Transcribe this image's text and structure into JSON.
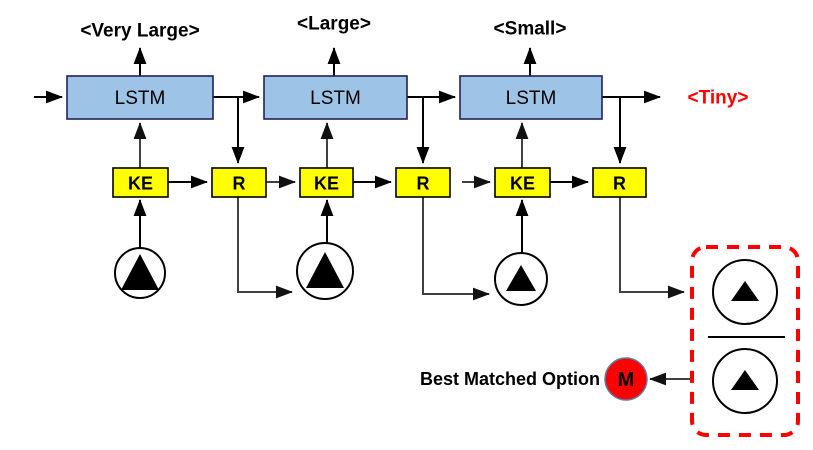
{
  "diagram": {
    "title": "LSTM knowledge-extraction and ranking pipeline",
    "colors": {
      "lstm_fill": "#9dc3e6",
      "lstm_stroke": "#20205f",
      "ke_fill": "#ffff00",
      "ke_stroke": "#000000",
      "accent_red": "#ff0000",
      "connector": "#404040",
      "canvas": "#ffffff"
    },
    "outputs": [
      {
        "id": "out1",
        "label": "<Very Large>",
        "color": "#000000"
      },
      {
        "id": "out2",
        "label": "<Large>",
        "color": "#000000"
      },
      {
        "id": "out3",
        "label": "<Small>",
        "color": "#000000"
      },
      {
        "id": "out4",
        "label": "<Tiny>",
        "color": "#ff0000"
      }
    ],
    "lstm_cells": [
      {
        "id": "lstm1",
        "label": "LSTM"
      },
      {
        "id": "lstm2",
        "label": "LSTM"
      },
      {
        "id": "lstm3",
        "label": "LSTM"
      }
    ],
    "ke_blocks": [
      {
        "id": "ke1",
        "label": "KE"
      },
      {
        "id": "ke2",
        "label": "KE"
      },
      {
        "id": "ke3",
        "label": "KE"
      }
    ],
    "r_blocks": [
      {
        "id": "r1",
        "label": "R"
      },
      {
        "id": "r2",
        "label": "R"
      },
      {
        "id": "r3",
        "label": "R"
      }
    ],
    "option_shapes": [
      {
        "id": "opt1",
        "icon": "triangle-icon",
        "size": "large"
      },
      {
        "id": "opt2",
        "icon": "triangle-icon",
        "size": "large"
      },
      {
        "id": "opt3",
        "icon": "triangle-icon",
        "size": "medium"
      },
      {
        "id": "opt4",
        "icon": "triangle-icon",
        "size": "small"
      },
      {
        "id": "opt5",
        "icon": "triangle-icon",
        "size": "small"
      }
    ],
    "result": {
      "caption": "Best Matched Option",
      "marker_label": "M",
      "marker_color": "#ff0000",
      "highlight_stroke": "#ff0000",
      "highlight_style": "dashed"
    }
  }
}
